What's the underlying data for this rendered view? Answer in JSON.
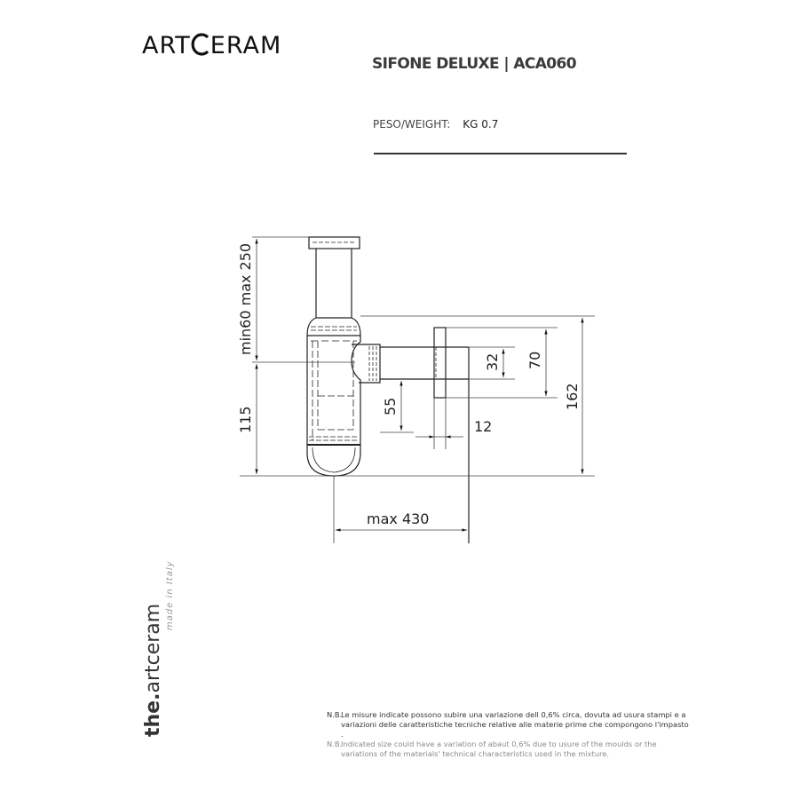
{
  "header": {
    "logo_left": "ART",
    "logo_right": "ERAM",
    "product_title": "SIFONE DELUXE  | ACA060",
    "weight_label": "PESO/WEIGHT:",
    "weight_value": "KG 0.7"
  },
  "drawing": {
    "subject": "bottle siphon technical drawing",
    "dimensions": {
      "height_adjustable": "min60 max 250",
      "lower_height": "115",
      "outlet_offset": "55",
      "outlet_diameter": "32",
      "flange_diameter": "70",
      "overall_height": "162",
      "flange_thickness": "12",
      "max_projection": "max 430"
    }
  },
  "brand": {
    "the": "the.",
    "name": "artceram",
    "tagline": "made in Italy"
  },
  "notes": {
    "nb_it_label": "N.B.",
    "nb_it_text": "Le misure indicate possono subire una variazione dell 0,6% circa, dovuta ad usura stampi e a variazioni delle caratteristiche tecniche relative alle materie  prime che  compongono l'impasto .",
    "nb_en_label": "N.B.",
    "nb_en_text": "Indicated size could have a variation  of  abaut 0,6%  due   to usure of  the  moulds or the variations of the materials' technical characteristics used in the mixture."
  }
}
